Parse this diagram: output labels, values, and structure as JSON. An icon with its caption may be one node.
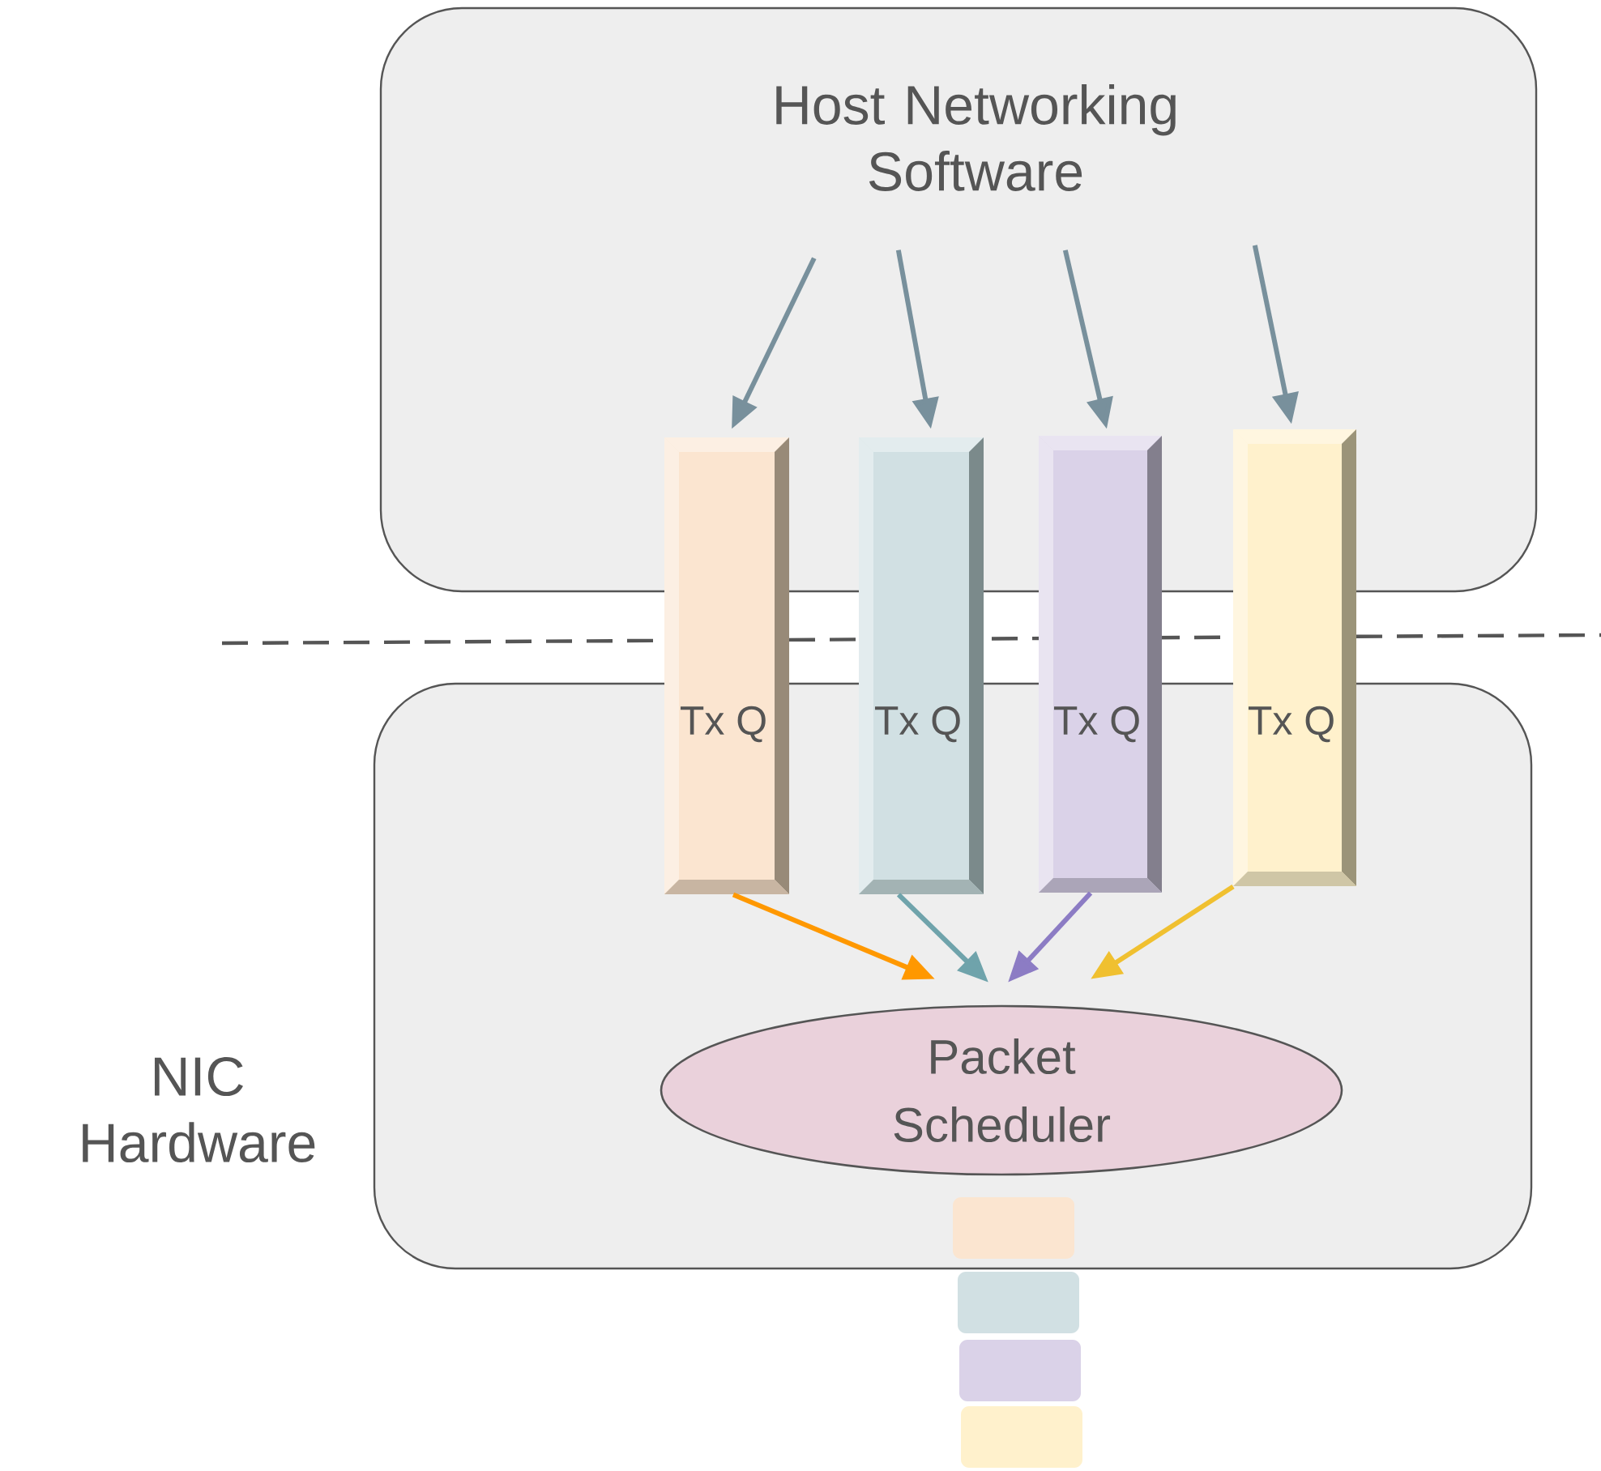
{
  "diagram": {
    "nodes": [
      {
        "text": [
          "Host Networking Software"
        ]
      },
      {
        "text": [
          "NIC Hardware"
        ]
      },
      {
        "text": [
          "Tx Q"
        ]
      },
      {
        "text": [
          "Tx Q"
        ]
      },
      {
        "text": [
          "Tx Q"
        ]
      },
      {
        "text": [
          "Tx Q"
        ]
      },
      {
        "text": [
          "Packet Scheduler"
        ],
        "in": 1
      },
      {
        "text": [],
        "shape": "box",
        "in": 1
      },
      {
        "text": [],
        "shape": "box"
      },
      {
        "text": [],
        "shape": "box"
      },
      {
        "text": [],
        "shape": "box"
      }
    ],
    "edges": [
      {
        "from": 0,
        "to": 2,
        "arrow": "to"
      },
      {
        "from": 0,
        "to": 3,
        "arrow": "to"
      },
      {
        "from": 0,
        "to": 4,
        "arrow": "to"
      },
      {
        "from": 0,
        "to": 5,
        "arrow": "to"
      },
      {
        "from": 2,
        "to": 6,
        "arrow": "to",
        "color": "#ff9800"
      },
      {
        "from": 3,
        "to": 6,
        "arrow": "to",
        "color": "#6fa3ab"
      },
      {
        "from": 4,
        "to": 6,
        "arrow": "to",
        "color": "#8c7cc4"
      },
      {
        "from": 5,
        "to": 6,
        "arrow": "to",
        "color": "#f0c030"
      }
    ]
  }
}
